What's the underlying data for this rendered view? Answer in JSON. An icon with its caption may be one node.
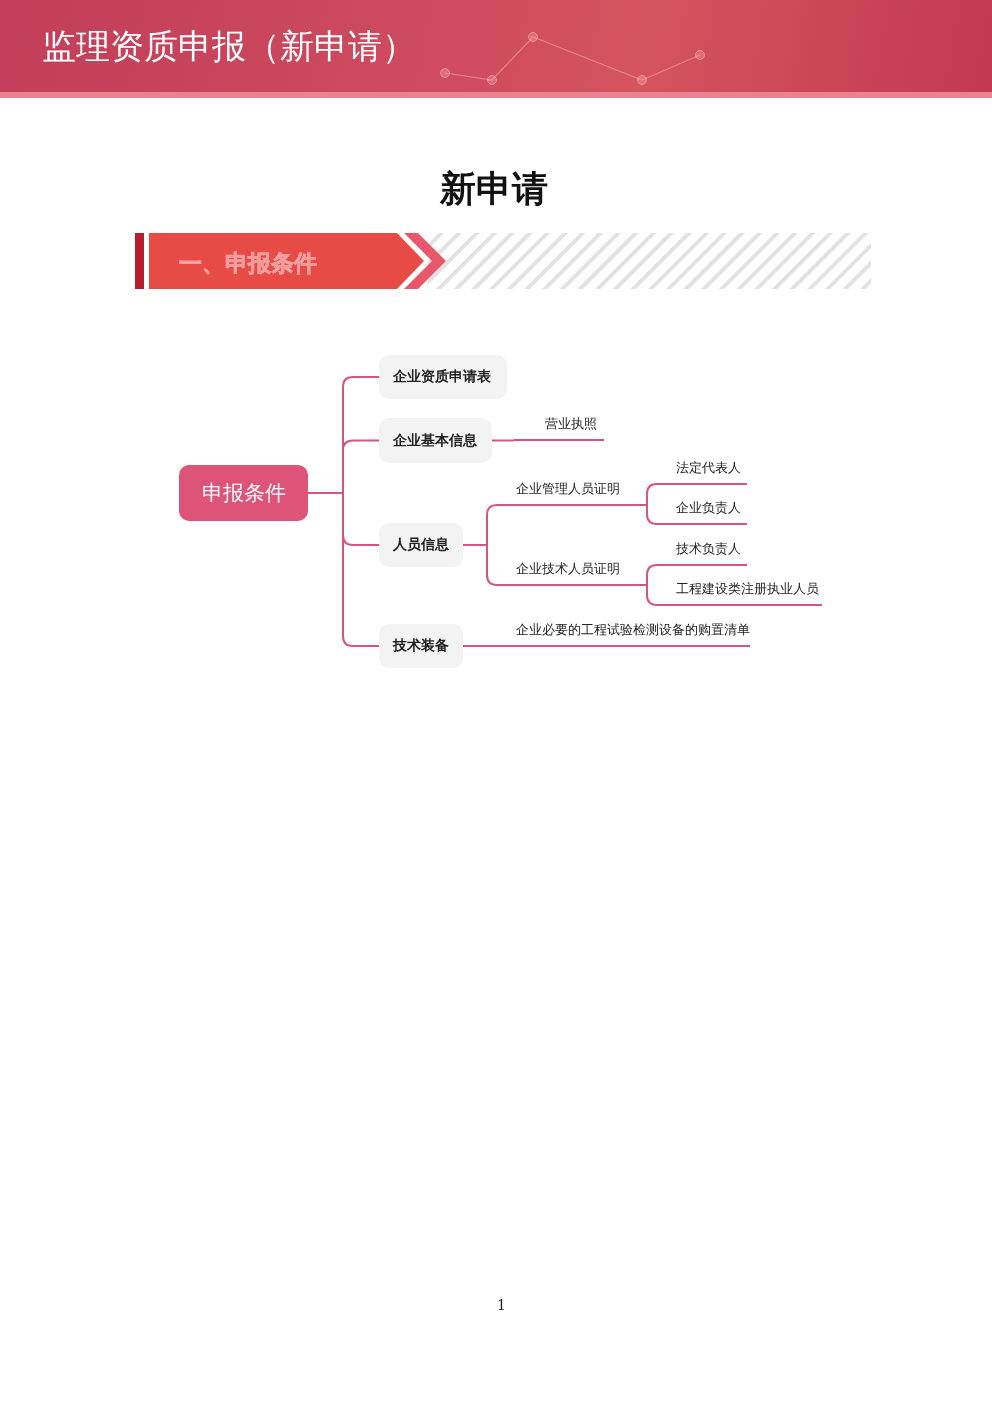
{
  "diagram": {
    "title": "监理资质申报（新申请）",
    "nodes": [
      {
        "text": [
          "申报条件"
        ]
      },
      {
        "text": [
          "企业资质申请表"
        ]
      },
      {
        "text": [
          "企业基本信息"
        ]
      },
      {
        "text": [
          "营业执照"
        ]
      },
      {
        "text": [
          "人员信息"
        ]
      },
      {
        "text": [
          "企业管理人员证明"
        ]
      },
      {
        "text": [
          "法定代表人"
        ]
      },
      {
        "text": [
          "企业负责人"
        ]
      },
      {
        "text": [
          "企业技术人员证明"
        ]
      },
      {
        "text": [
          "技术负责人"
        ]
      },
      {
        "text": [
          "工程建设类注册执业人员"
        ]
      },
      {
        "text": [
          "技术装备"
        ]
      },
      {
        "text": [
          "企业必要的工程试验检测设备的购置清单"
        ]
      }
    ],
    "edges": [
      {
        "from": 0,
        "to": 1,
        "arrow": "none"
      },
      {
        "from": 0,
        "to": 2,
        "arrow": "none"
      },
      {
        "from": 2,
        "to": 3,
        "arrow": "none"
      },
      {
        "from": 0,
        "to": 4,
        "arrow": "none"
      },
      {
        "from": 4,
        "to": 5,
        "arrow": "none"
      },
      {
        "from": 5,
        "to": 6,
        "arrow": "none"
      },
      {
        "from": 5,
        "to": 7,
        "arrow": "none"
      },
      {
        "from": 4,
        "to": 8,
        "arrow": "none"
      },
      {
        "from": 8,
        "to": 9,
        "arrow": "none"
      },
      {
        "from": 8,
        "to": 10,
        "arrow": "none"
      },
      {
        "from": 0,
        "to": 11,
        "arrow": "none"
      },
      {
        "from": 11,
        "to": 12,
        "arrow": "none"
      }
    ],
    "labels": [
      "新申请",
      "一、申报条件",
      "1"
    ]
  }
}
